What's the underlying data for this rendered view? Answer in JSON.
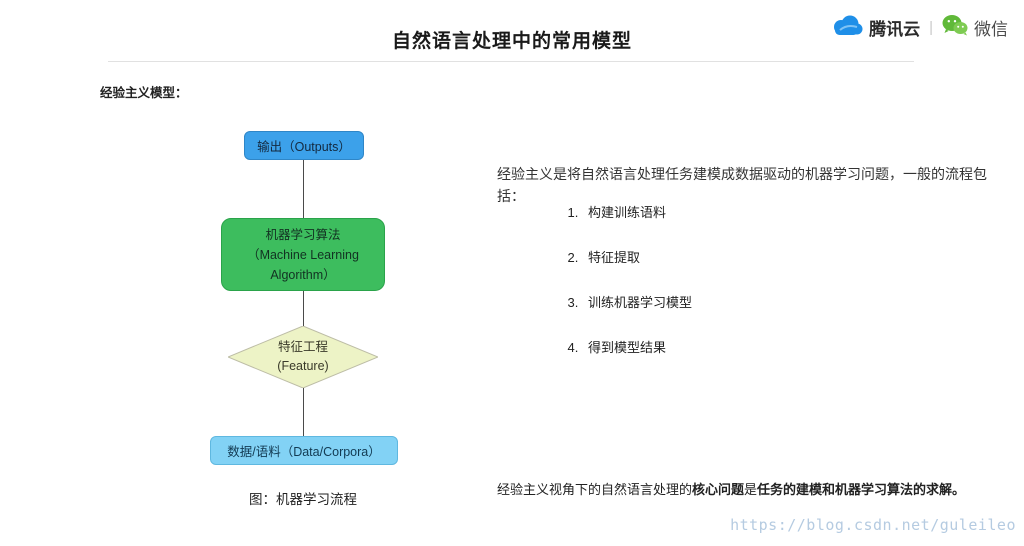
{
  "header": {
    "title": "自然语言处理中的常用模型",
    "brand": {
      "tencent_cloud": "腾讯云",
      "separator": "|",
      "wechat": "微信"
    }
  },
  "section_label": "经验主义模型：",
  "flowchart": {
    "nodes": {
      "outputs": "输出（Outputs）",
      "algorithm_lines": [
        "机器学习算法",
        "（Machine Learning",
        "Algorithm）"
      ],
      "feature_lines": [
        "特征工程",
        "(Feature)"
      ],
      "data": "数据/语料（Data/Corpora）"
    },
    "caption": "图：机器学习流程"
  },
  "content": {
    "intro": "经验主义是将自然语言处理任务建模成数据驱动的机器学习问题，一般的流程包括：",
    "steps": [
      "构建训练语料",
      "特征提取",
      "训练机器学习模型",
      "得到模型结果"
    ],
    "conclusion": {
      "prefix": "经验主义视角下的自然语言处理的",
      "bold1": "核心问题",
      "mid": "是",
      "bold2": "任务的建模和机器学习算法的求解。"
    }
  },
  "watermark": "https://blog.csdn.net/guleileo",
  "colors": {
    "outputs_fill": "#3ca1ea",
    "algorithm_fill": "#3dbd5e",
    "feature_fill": "#edf3c6",
    "data_fill": "#82d2f5",
    "tencent_blue": "#1f8fe8",
    "wechat_green": "#60b939",
    "watermark_text": "#b5cbe1"
  }
}
